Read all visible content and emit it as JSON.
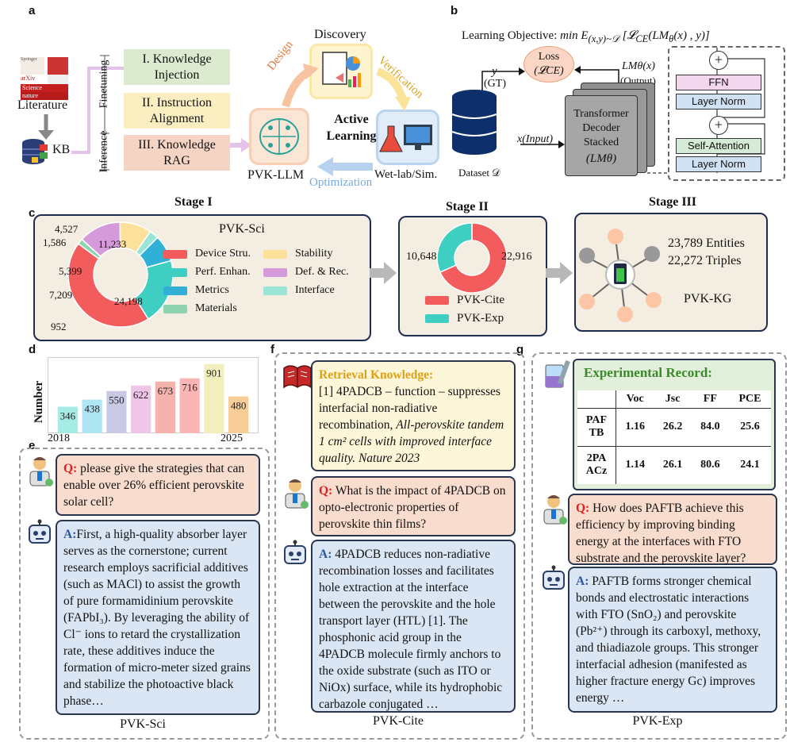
{
  "panel_labels": {
    "a": "a",
    "b": "b",
    "c": "c",
    "d": "d",
    "e": "e",
    "f": "f",
    "g": "g"
  },
  "panel_a": {
    "literature_label": "Literature",
    "kb_label": "KB",
    "lit_tags": [
      "Springer",
      "arXiv",
      "Science",
      "nature"
    ],
    "finetuning_label": "Finetuning",
    "inference_label": "Inference",
    "steps": [
      "I. Knowledge Injection",
      "II. Instruction Alignment",
      "III. Knowledge RAG"
    ],
    "discovery": "Discovery",
    "design": "Design",
    "verification": "Verification",
    "optimization": "Optimization",
    "active_learning": "Active Learning",
    "pvk_llm": "PVK-LLM",
    "wetlab": "Wet-lab/Sim."
  },
  "panel_b": {
    "objective": "Learning Objective:",
    "loss": "Loss",
    "loss_sym": "(𝓛CE)",
    "y": "y",
    "gt": "(GT)",
    "x_input": "x(Input)",
    "dataset": "Dataset 𝒟",
    "lm_out": "LMθ(x)",
    "output": "(Output)",
    "transformer": "Transformer Decoder Stacked",
    "lm": "(LMθ)",
    "ffn": "FFN",
    "layer_norm": "Layer Norm",
    "self_attention": "Self-Attention",
    "plus": "+"
  },
  "panel_c": {
    "stage1": "Stage I",
    "stage2": "Stage II",
    "stage3": "Stage III",
    "pvk_sci": "PVK-Sci",
    "pvk_kg": "PVK-KG",
    "entities": "23,789 Entities",
    "triples": "22,272 Triples",
    "legend1": [
      "Device Stru.",
      "Stability",
      "Perf. Enhan.",
      "Def. & Rec.",
      "Metrics",
      "Interface",
      "Materials"
    ],
    "legend2": [
      "PVK-Cite",
      "PVK-Exp"
    ],
    "donut1_labels": [
      "4,527",
      "1,586",
      "11,233",
      "5,399",
      "7,209",
      "24,198",
      "952"
    ],
    "donut2_labels": [
      "10,648",
      "22,916"
    ],
    "colors": {
      "device": "#f25c5c",
      "perf": "#3ecfc2",
      "metrics": "#30b0d6",
      "materials": "#8fd4b0",
      "stability": "#fbe19a",
      "defrec": "#d59ad9",
      "interface": "#99e5d6"
    }
  },
  "chart_data": {
    "type": "bar",
    "title": "",
    "ylabel": "Number",
    "x_start": "2018",
    "x_end": "2025",
    "values": [
      346,
      438,
      550,
      622,
      673,
      716,
      901,
      480
    ],
    "colors": [
      "#a5ece4",
      "#aee6f4",
      "#c9c9e4",
      "#efc6e8",
      "#f6b2ac",
      "#f9b6b4",
      "#f3efbc",
      "#f8cd98"
    ],
    "ylim": [
      0,
      950
    ]
  },
  "panel_e": {
    "q_prefix": "Q:",
    "q_text": "please give the strategies that can enable over 26% efficient perovskite solar cell?",
    "a_prefix": "A:",
    "a_text": "First, a high-quality absorber layer serves as the cornerstone; current research employs sacrificial additives (such as MACl) to assist the growth of pure formamidinium perovskite (FAPbI₃). By leveraging the ability of Cl⁻ ions to retard the crystallization rate, these additives induce the formation of micro-meter sized grains and stabilize the photoactive black phase…",
    "caption": "PVK-Sci"
  },
  "panel_f": {
    "rk_title": "Retrieval Knowledge:",
    "rk_text": "[1] 4PADCB – function – suppresses interfacial non-radiative recombination,",
    "rk_italic": "All-perovskite tandem 1 cm² cells with improved interface quality. Nature 2023",
    "q_prefix": "Q:",
    "q_text": "What is the impact of 4PADCB on opto-electronic properties of perovskite thin films?",
    "a_prefix": "A:",
    "a_text": "4PADCB reduces non-radiative recombination losses and facilitates hole extraction at the interface between the perovskite and the hole transport layer (HTL) [1]. The phosphonic acid group in the 4PADCB molecule firmly anchors to the oxide substrate (such as ITO or NiOx) surface, while its hydrophobic carbazole conjugated …",
    "caption": "PVK-Cite"
  },
  "panel_g": {
    "er_title": "Experimental Record:",
    "headers": [
      "",
      "Voc",
      "Jsc",
      "FF",
      "PCE"
    ],
    "rows": [
      [
        "PAF TB",
        "1.16",
        "26.2",
        "84.0",
        "25.6"
      ],
      [
        "2PA ACz",
        "1.14",
        "26.1",
        "80.6",
        "24.1"
      ]
    ],
    "q_prefix": "Q:",
    "q_text": "How does PAFTB achieve this efficiency by improving binding energy at the interfaces with FTO substrate and the perovskite layer?",
    "a_prefix": "A:",
    "a_text": "PAFTB forms stronger chemical bonds and electrostatic interactions with FTO (SnO₂) and perovskite (Pb²⁺) through its carboxyl, methoxy, and thiadiazole groups. This stronger interfacial adhesion (manifested as higher fracture energy Gc) improves energy …",
    "caption": "PVK-Exp"
  }
}
